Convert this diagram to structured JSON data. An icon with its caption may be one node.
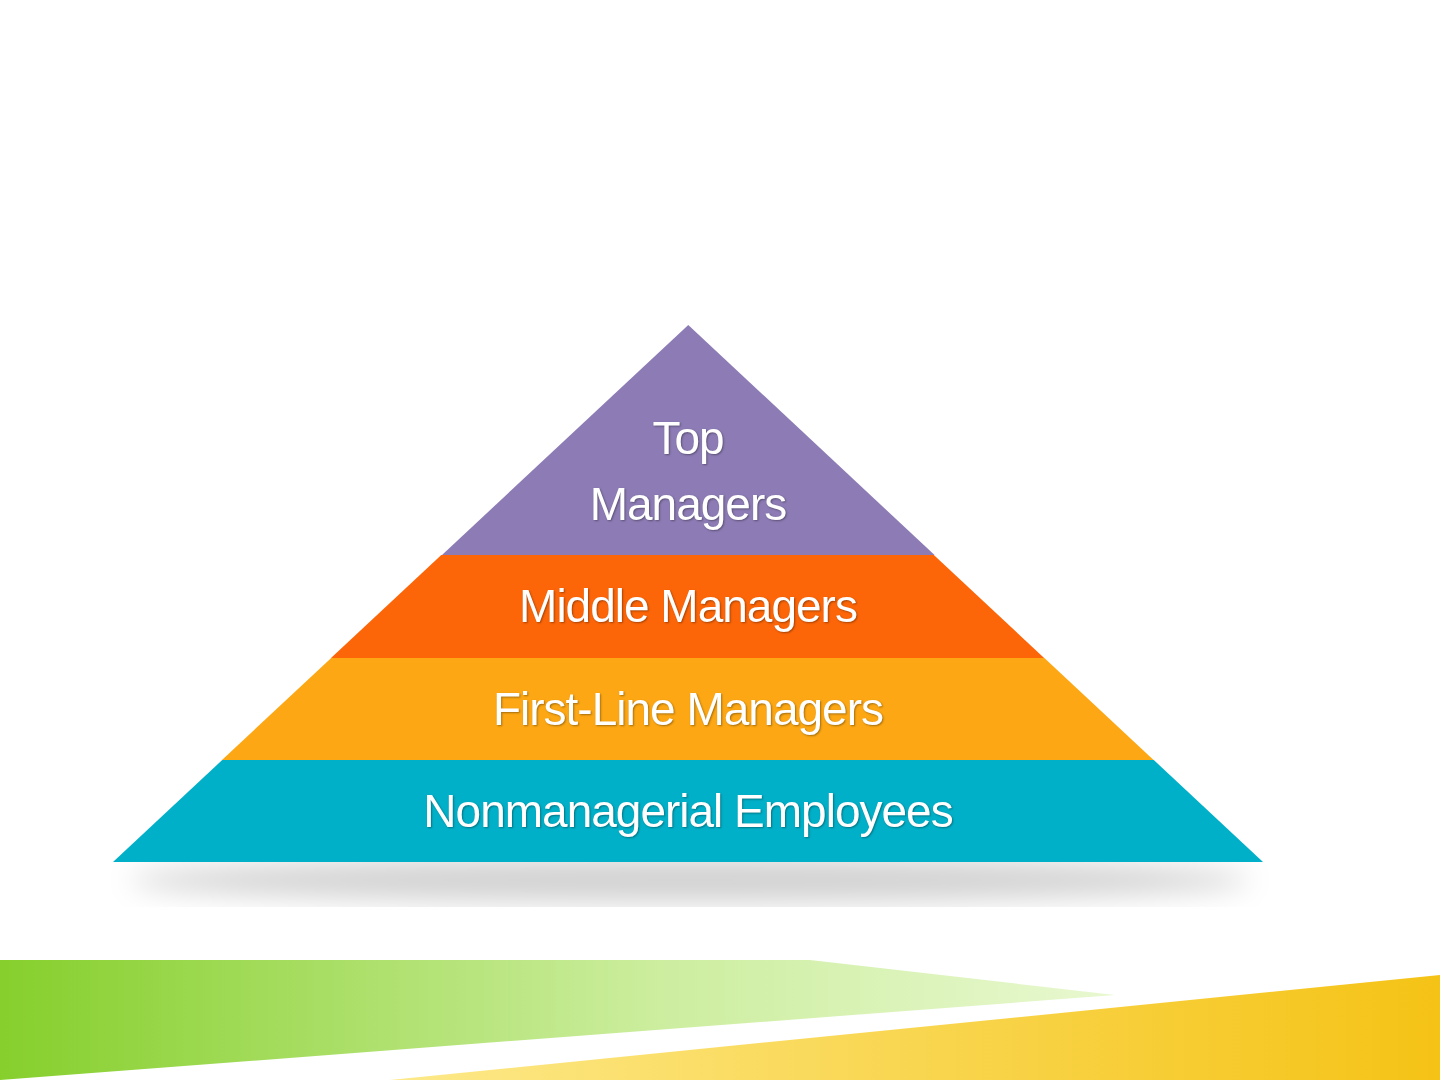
{
  "diagram": {
    "nodes": [
      {
        "text": [
          "Top Managers"
        ]
      },
      {
        "text": [
          "Middle Managers"
        ]
      },
      {
        "text": [
          "First-Line Managers"
        ]
      },
      {
        "text": [
          "Nonmanagerial Employees"
        ]
      }
    ]
  }
}
